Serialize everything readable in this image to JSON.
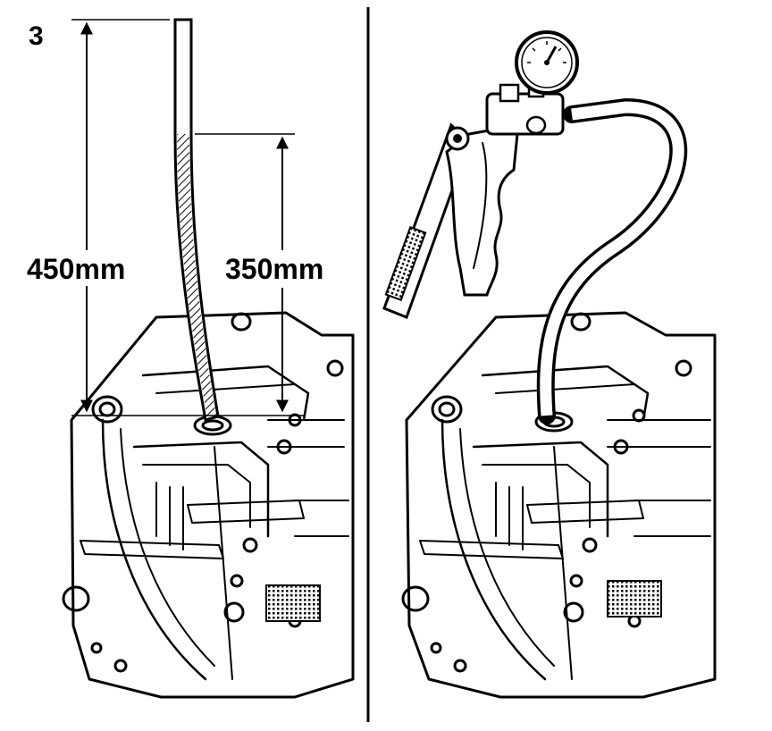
{
  "figure": {
    "step_number": "3",
    "dim_total": "450mm",
    "dim_inserted": "350mm"
  },
  "colors": {
    "ink": "#000000",
    "paper": "#ffffff"
  }
}
